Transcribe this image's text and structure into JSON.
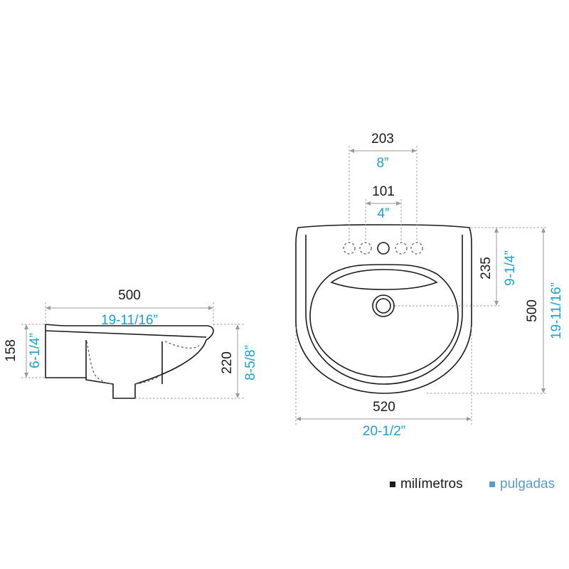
{
  "side_view": {
    "width_mm": "500",
    "width_in": "19-11/16”",
    "height_mm": "158",
    "height_in": "6-1/4”",
    "depth_mm": "220",
    "depth_in": "8-5/8”"
  },
  "top_view": {
    "hole_spread_mm": "203",
    "hole_spread_in": "8”",
    "center_spread_mm": "101",
    "center_spread_in": "4”",
    "drain_offset_mm": "235",
    "drain_offset_in": "9-1/4”",
    "length_mm": "500",
    "length_in": "19-11/16”",
    "width_mm": "520",
    "width_in": "20-1/2”"
  },
  "legend": {
    "mm_label": "milímetros",
    "in_label": "pulgadas",
    "mm_color": "#1a1a1a",
    "in_color": "#5a9bd5"
  }
}
